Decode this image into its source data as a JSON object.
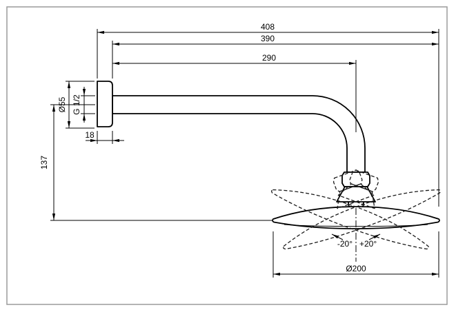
{
  "page": {
    "colors": {
      "ink": "#000000",
      "frame": "#9a9a9a",
      "background": "#ffffff"
    }
  },
  "drawing": {
    "dims": {
      "d408": "408",
      "d390": "390",
      "d290": "290",
      "dia55": "Ø55",
      "thread": "G 1/2",
      "d18": "18",
      "d137": "137",
      "angle_minus": "-20°",
      "angle_plus": "+20°",
      "dia200": "Ø200"
    }
  }
}
